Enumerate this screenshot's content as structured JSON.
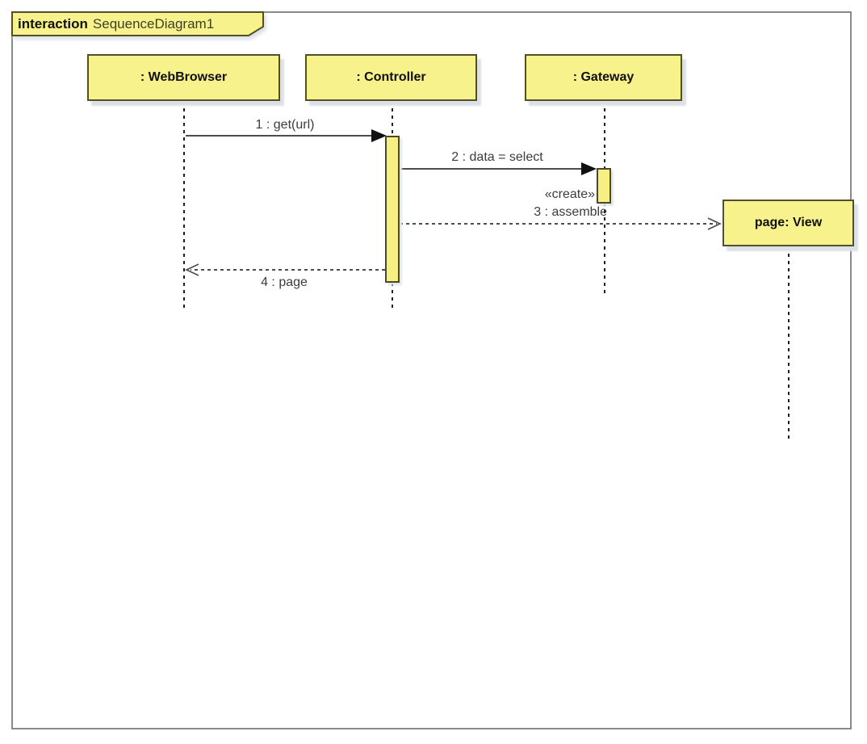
{
  "diagram": {
    "type": "uml-sequence-diagram",
    "frame": {
      "keyword": "interaction",
      "name": "SequenceDiagram1"
    }
  },
  "lifelines": [
    {
      "id": "webbrowser",
      "label": ": WebBrowser"
    },
    {
      "id": "controller",
      "label": ": Controller"
    },
    {
      "id": "gateway",
      "label": ": Gateway"
    },
    {
      "id": "page-view",
      "label": "page: View"
    }
  ],
  "messages": [
    {
      "label": "1 : get(url)",
      "kind": "synchronous",
      "from": ": WebBrowser",
      "to": ": Controller"
    },
    {
      "label": "2 : data = select",
      "kind": "synchronous",
      "from": ": Controller",
      "to": ": Gateway"
    },
    {
      "stereotype": "«create»",
      "label": "3 : assemble",
      "kind": "create-dashed",
      "from": ": Controller",
      "to": "page: View"
    },
    {
      "label": "4 : page",
      "kind": "return-dashed",
      "from": ": Controller",
      "to": ": WebBrowser"
    }
  ],
  "colors": {
    "shape_fill": "#F7F28C",
    "activation_fill": "#F5EF84",
    "shape_border": "#4F4F2A",
    "frame_border": "#8A8A8A",
    "message_line": "#4D4D4D",
    "lifeline_line": "#1F1F1F",
    "text": "#111111",
    "shadow": "#DDE1E6"
  }
}
